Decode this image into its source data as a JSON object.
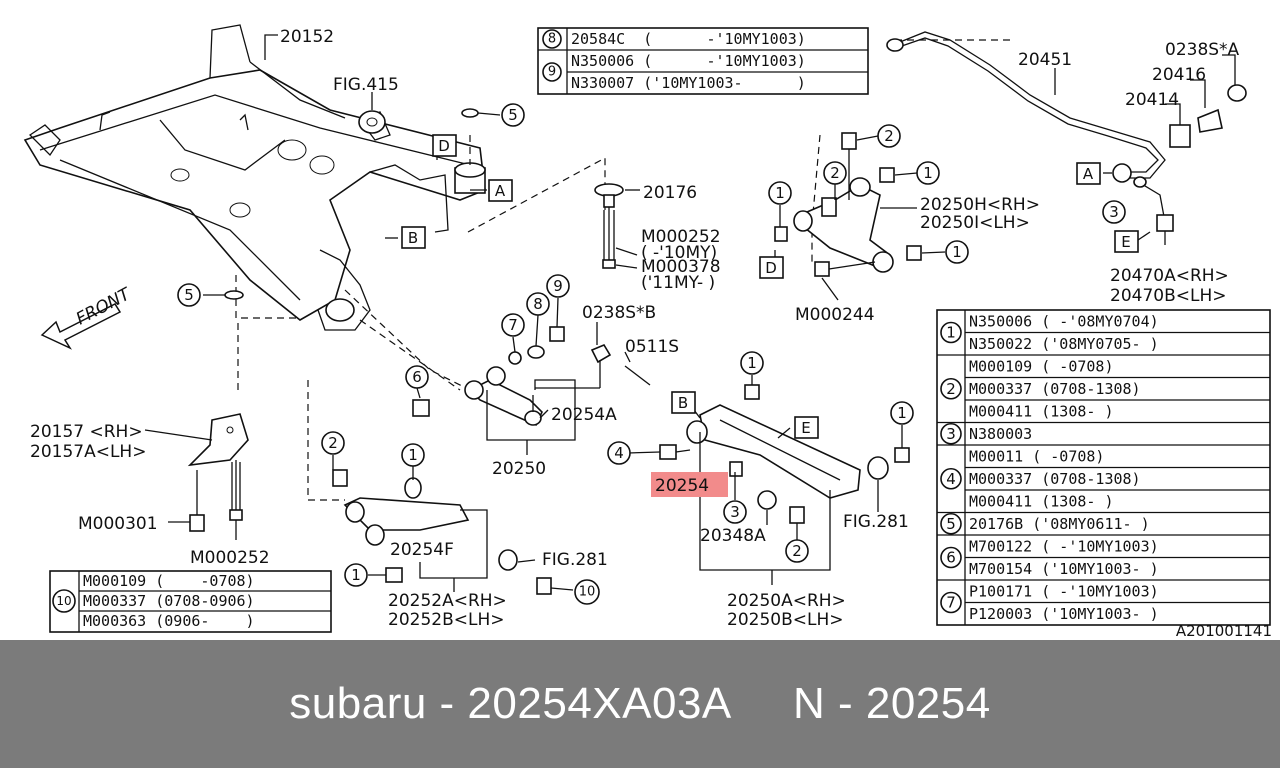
{
  "diagram": {
    "image_code": "A201001141",
    "highlight_color": "#f28b8b",
    "part_labels": {
      "p20152": "20152",
      "fig415": "FIG.415",
      "p20176": "20176",
      "m000252a": "M000252",
      "m000252a_note": "( -'10MY)",
      "m000378": "M000378",
      "m000378_note": "('11MY- )",
      "p20451": "20451",
      "p0238s_a": "0238S*A",
      "p20416": "20416",
      "p20414": "20414",
      "p20250h": "20250H<RH>",
      "p20250i": "20250I<LH>",
      "p20470a": "20470A<RH>",
      "p20470b": "20470B<LH>",
      "m000244": "M000244",
      "front": "FRONT",
      "p0238s_b": "0238S*B",
      "p0511s": "0511S",
      "p20254a": "20254A",
      "p20250": "20250",
      "p20157": "20157 <RH>",
      "p20157a": "20157A<LH>",
      "m000301": "M000301",
      "m000252b": "M000252",
      "p20254f": "20254F",
      "fig281a": "FIG.281",
      "p20252a": "20252A<RH>",
      "p20252b": "20252B<LH>",
      "p20254": "20254",
      "p20348a": "20348A",
      "fig281b": "FIG.281",
      "p20250a": "20250A<RH>",
      "p20250b": "20250B<LH>"
    },
    "ref_letters": [
      "A",
      "B",
      "D",
      "E"
    ],
    "callouts": [
      "1",
      "2",
      "3",
      "4",
      "5",
      "6",
      "7",
      "8",
      "9",
      "10"
    ],
    "table_8_9": [
      {
        "ref": "8",
        "rows": [
          "20584C  (      -'10MY1003)"
        ]
      },
      {
        "ref": "9",
        "rows": [
          "N350006 (      -'10MY1003)",
          "N330007 ('10MY1003-      )"
        ]
      }
    ],
    "table_10": [
      {
        "ref": "10",
        "rows": [
          "M000109 (    -0708)",
          "M000337 (0708-0906)",
          "M000363 (0906-    )"
        ]
      }
    ],
    "table_main": [
      {
        "ref": "1",
        "rows": [
          "N350006 (      -'08MY0704)",
          "N350022 ('08MY0705-      )"
        ]
      },
      {
        "ref": "2",
        "rows": [
          "M000109 (       -0708)",
          "M000337 (0708-1308)",
          "M000411 (1308-     )"
        ]
      },
      {
        "ref": "3",
        "rows": [
          "N380003"
        ]
      },
      {
        "ref": "4",
        "rows": [
          "M00011  (       -0708)",
          "M000337 (0708-1308)",
          "M000411 (1308-     )"
        ]
      },
      {
        "ref": "5",
        "rows": [
          "20176B  ('08MY0611-    )"
        ]
      },
      {
        "ref": "6",
        "rows": [
          "M700122 (      -'10MY1003)",
          "M700154 ('10MY1003-      )"
        ]
      },
      {
        "ref": "7",
        "rows": [
          "P100171 (      -'10MY1003)",
          "P120003 ('10MY1003-      )"
        ]
      }
    ]
  },
  "footer": {
    "brand": "subaru",
    "part_number": "20254XA03A",
    "ref": "N - 20254",
    "text": "subaru - 20254XA03A     N - 20254"
  }
}
